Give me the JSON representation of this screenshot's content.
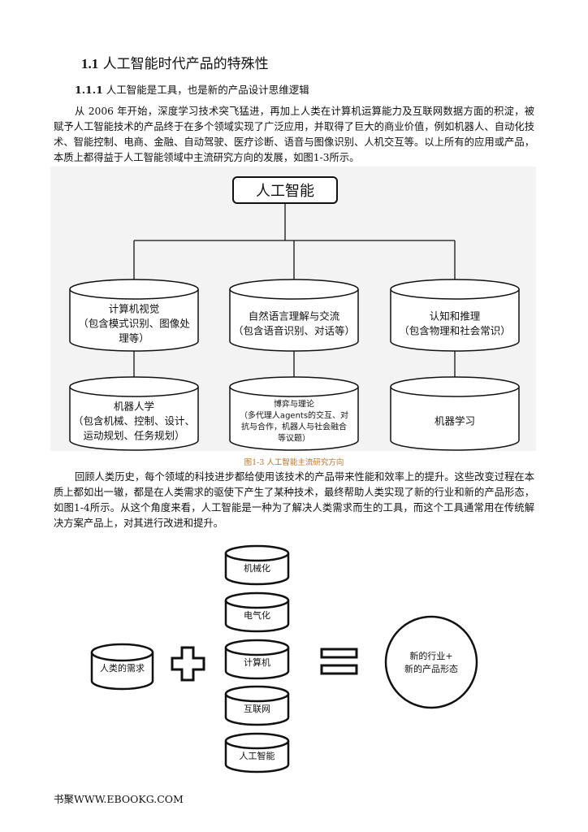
{
  "heading": {
    "number": "1.1",
    "title": "人工智能时代产品的特殊性"
  },
  "subheading": {
    "number": "1.1.1",
    "title": "人工智能是工具，也是新的产品设计思维逻辑"
  },
  "paragraph1": "从 2006 年开始，深度学习技术突飞猛进，再加上人类在计算机运算能力及互联网数据方面的积淀，被赋予人工智能技术的产品终于在多个领域实现了广泛应用，并取得了巨大的商业价值，例如机器人、自动化技术、智能控制、电商、金融、自动驾驶、医疗诊断、语音与图像识别、人机交互等。以上所有的应用或产品，本质上都得益于人工智能领域中主流研究方向的发展，如图1-3所示。",
  "figure1": {
    "root": "人工智能",
    "top": [
      [
        "计算机视觉",
        "（包含模式识别、图像处",
        "理等）"
      ],
      [
        "自然语言理解与交流",
        "（包含语音识别、对话等）"
      ],
      [
        "认知和推理",
        "（包含物理和社会常识）"
      ]
    ],
    "bottom": [
      [
        "机器人学",
        "（包含机械、控制、设计、",
        "运动规划、任务规划）"
      ],
      [
        "博弈与理论",
        "（多代理人agents的交互、对",
        "抗与合作，机器人与社会融合",
        "等议题）"
      ],
      [
        "机器学习"
      ]
    ],
    "caption": "图1-3 人工智能主流研究方向"
  },
  "paragraph2": "回顾人类历史，每个领域的科技进步都给使用该技术的产品带来性能和效率上的提升。这些改变过程在本质上都如出一辙，都是在人类需求的驱使下产生了某种技术，最终帮助人类实现了新的行业和新的产品形态，如图1-4所示。从这个角度来看，人工智能是一种为了解决人类需求而生的工具，而这个工具通常用在传统解决方案产品上，对其进行改进和提升。",
  "figure2": {
    "need": "人类的需求",
    "techs": [
      "机械化",
      "电气化",
      "计算机",
      "互联网",
      "人工智能"
    ],
    "result": [
      "新的行业+",
      "新的产品形态"
    ]
  },
  "footer": "书聚WWW.EBOOKG.COM",
  "colors": {
    "caption": "#b8732e",
    "figure_bg": "#f3f3f3"
  }
}
